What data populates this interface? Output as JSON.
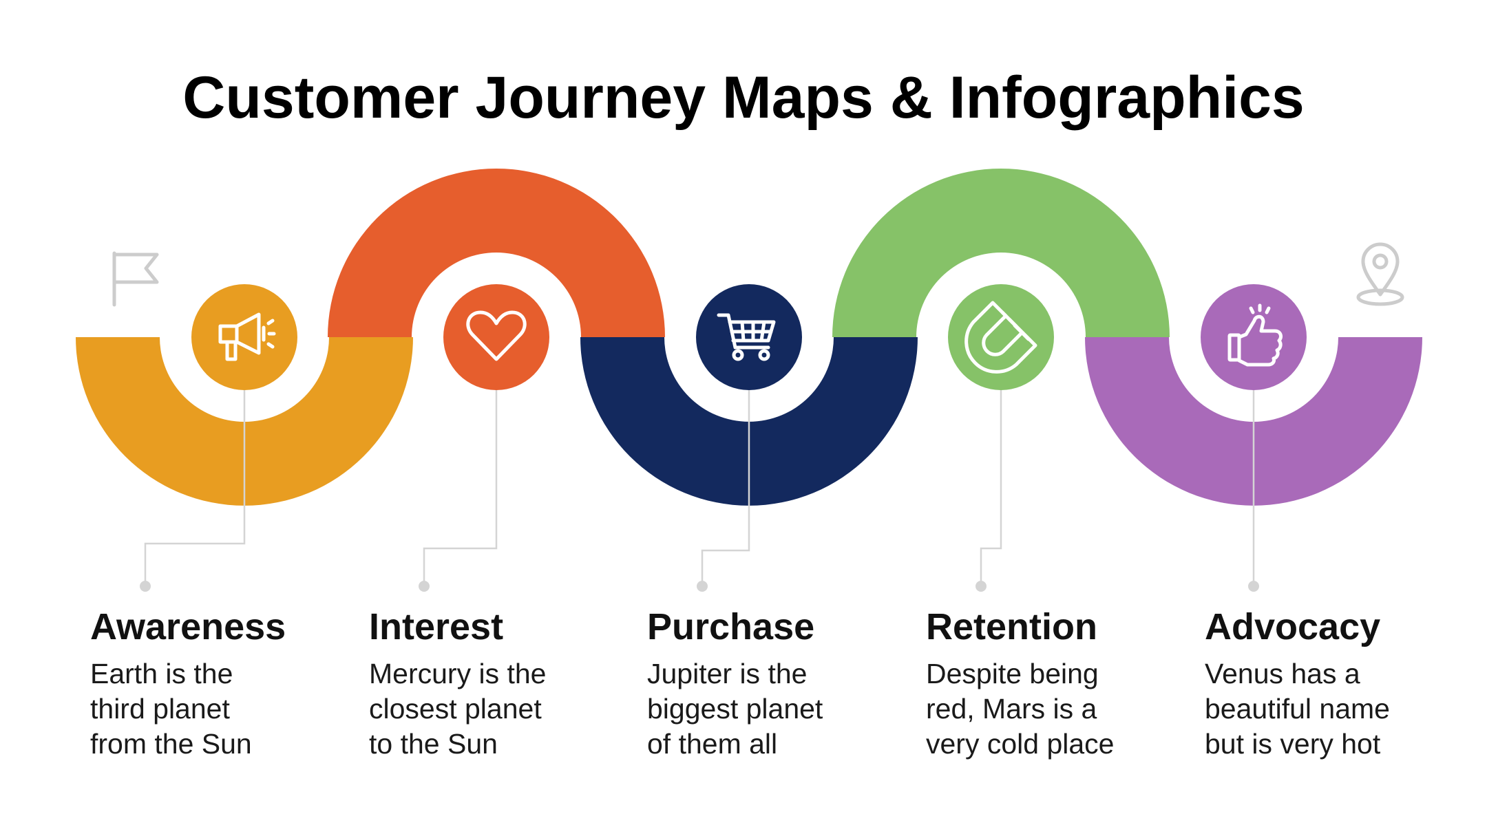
{
  "page": {
    "title": "Customer Journey Maps & Infographics"
  },
  "markers": {
    "start_icon": "flag-icon",
    "end_icon": "location-pin-icon",
    "color": "#cccccc"
  },
  "stages": [
    {
      "heading": "Awareness",
      "desc_lines": [
        "Earth is the",
        "third planet",
        "from the Sun"
      ],
      "color": "#e89d21",
      "icon": "megaphone-icon"
    },
    {
      "heading": "Interest",
      "desc_lines": [
        "Mercury is the",
        "closest planet",
        "to the Sun"
      ],
      "color": "#e65e2d",
      "icon": "heart-icon"
    },
    {
      "heading": "Purchase",
      "desc_lines": [
        "Jupiter is the",
        "biggest planet",
        "of them all"
      ],
      "color": "#13295e",
      "icon": "shopping-cart-icon"
    },
    {
      "heading": "Retention",
      "desc_lines": [
        "Despite being",
        "red, Mars is a",
        "very cold place"
      ],
      "color": "#86c268",
      "icon": "magnet-icon"
    },
    {
      "heading": "Advocacy",
      "desc_lines": [
        "Venus has a",
        "beautiful name",
        "but is very hot"
      ],
      "color": "#a96ab9",
      "icon": "thumbs-up-icon"
    }
  ]
}
